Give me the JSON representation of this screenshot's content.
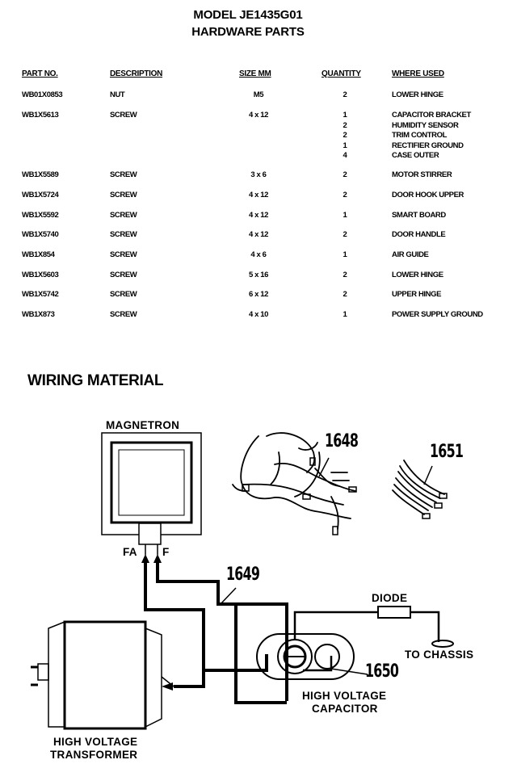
{
  "header": {
    "model": "MODEL JE1435G01",
    "section": "HARDWARE PARTS"
  },
  "table": {
    "columns": [
      "PART NO.",
      "DESCRIPTION",
      "SIZE MM",
      "QUANTITY",
      "WHERE USED"
    ],
    "rows": [
      {
        "part": "WB01X0853",
        "desc": "NUT",
        "size": "M5",
        "qty": [
          "2"
        ],
        "where": [
          "LOWER HINGE"
        ]
      },
      {
        "part": "WB1X5613",
        "desc": "SCREW",
        "size": "4 x 12",
        "qty": [
          "1",
          "2",
          "2",
          "1",
          "4"
        ],
        "where": [
          "CAPACITOR BRACKET",
          "HUMIDITY SENSOR",
          "TRIM CONTROL",
          "RECTIFIER GROUND",
          "CASE OUTER"
        ]
      },
      {
        "part": "WB1X5589",
        "desc": "SCREW",
        "size": "3 x 6",
        "qty": [
          "2"
        ],
        "where": [
          "MOTOR STIRRER"
        ]
      },
      {
        "part": "WB1X5724",
        "desc": "SCREW",
        "size": "4 x 12",
        "qty": [
          "2"
        ],
        "where": [
          "DOOR HOOK UPPER"
        ]
      },
      {
        "part": "WB1X5592",
        "desc": "SCREW",
        "size": "4 x 12",
        "qty": [
          "1"
        ],
        "where": [
          "SMART BOARD"
        ]
      },
      {
        "part": "WB1X5740",
        "desc": "SCREW",
        "size": "4 x 12",
        "qty": [
          "2"
        ],
        "where": [
          "DOOR HANDLE"
        ]
      },
      {
        "part": "WB1X854",
        "desc": "SCREW",
        "size": "4 x 6",
        "qty": [
          "1"
        ],
        "where": [
          "AIR GUIDE"
        ]
      },
      {
        "part": "WB1X5603",
        "desc": "SCREW",
        "size": "5 x 16",
        "qty": [
          "2"
        ],
        "where": [
          "LOWER HINGE"
        ]
      },
      {
        "part": "WB1X5742",
        "desc": "SCREW",
        "size": "6 x 12",
        "qty": [
          "2"
        ],
        "where": [
          "UPPER HINGE"
        ]
      },
      {
        "part": "WB1X873",
        "desc": "SCREW",
        "size": "4 x 10",
        "qty": [
          "1"
        ],
        "where": [
          "POWER SUPPLY GROUND"
        ]
      }
    ]
  },
  "wiring": {
    "title": "WIRING MATERIAL",
    "magnetron": "MAGNETRON",
    "terminal_fa": "FA",
    "terminal_f": "F",
    "diode": "DIODE",
    "to_chassis": "TO CHASSIS",
    "capacitor_line1": "HIGH VOLTAGE",
    "capacitor_line2": "CAPACITOR",
    "transformer_line1": "HIGH VOLTAGE",
    "transformer_line2": "TRANSFORMER",
    "callouts": {
      "harness_main": "1648",
      "harness_small": "1651",
      "lead_1649": "1649",
      "lead_1650": "1650"
    }
  }
}
